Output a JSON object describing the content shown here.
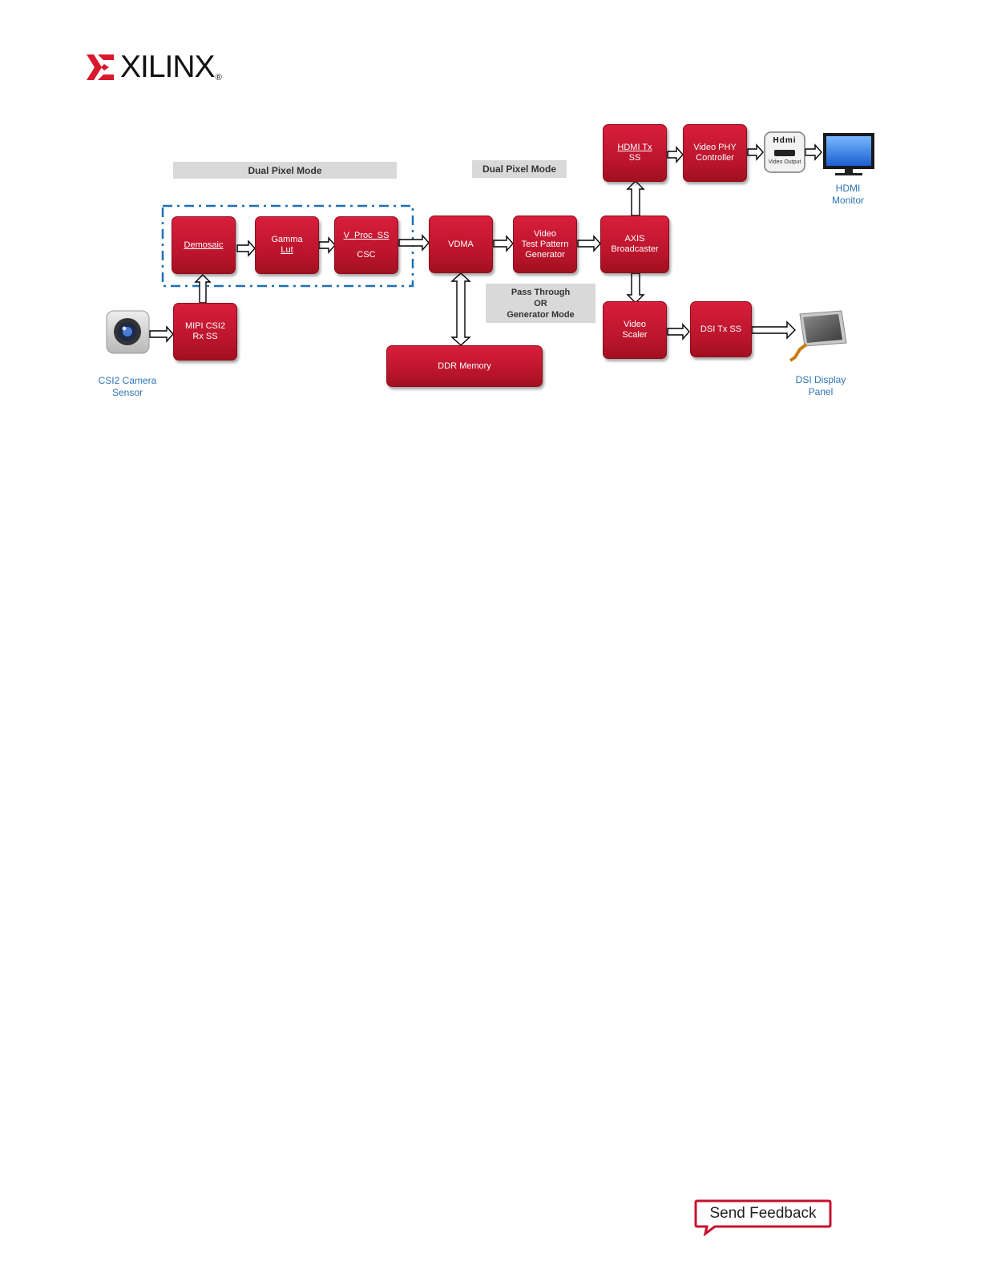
{
  "header": {
    "logo_text": "XILINX",
    "logo_reg": "®"
  },
  "diagram": {
    "bands": {
      "dual1": "Dual Pixel Mode",
      "dual2": "Dual Pixel Mode",
      "pass1": "Pass Through",
      "pass2": "OR",
      "pass3": "Generator Mode"
    },
    "blocks": {
      "demosaic": "Demosaic",
      "gamma1": "Gamma",
      "gamma2": "Lut",
      "vproc1": "V_Proc_SS",
      "vproc2": "CSC",
      "vdma": "VDMA",
      "tpg1": "Video",
      "tpg2": "Test Pattern",
      "tpg3": "Generator",
      "axis1": "AXIS",
      "axis2": "Broadcaster",
      "hdmi1": "HDMI Tx",
      "hdmi2": "SS",
      "vphy1": "Video PHY",
      "vphy2": "Controller",
      "mipi1": "MIPI CSI2",
      "mipi2": "Rx SS",
      "ddr": "DDR Memory",
      "scaler1": "Video",
      "scaler2": "Scaler",
      "dsi": "DSI Tx SS"
    },
    "captions": {
      "cam1": "CSI2 Camera",
      "cam2": "Sensor",
      "hdmi_mon1": "HDMI",
      "hdmi_mon2": "Monitor",
      "dsi_panel1": "DSI Display",
      "dsi_panel2": "Panel"
    },
    "hdmi_port": {
      "logo": "Hdmi",
      "label": "Video Output"
    }
  },
  "footer": {
    "feedback": "Send Feedback"
  },
  "colors": {
    "block_red": "#c8102e",
    "caption_blue": "#2e75b6",
    "dash_blue": "#1f6fb5"
  }
}
